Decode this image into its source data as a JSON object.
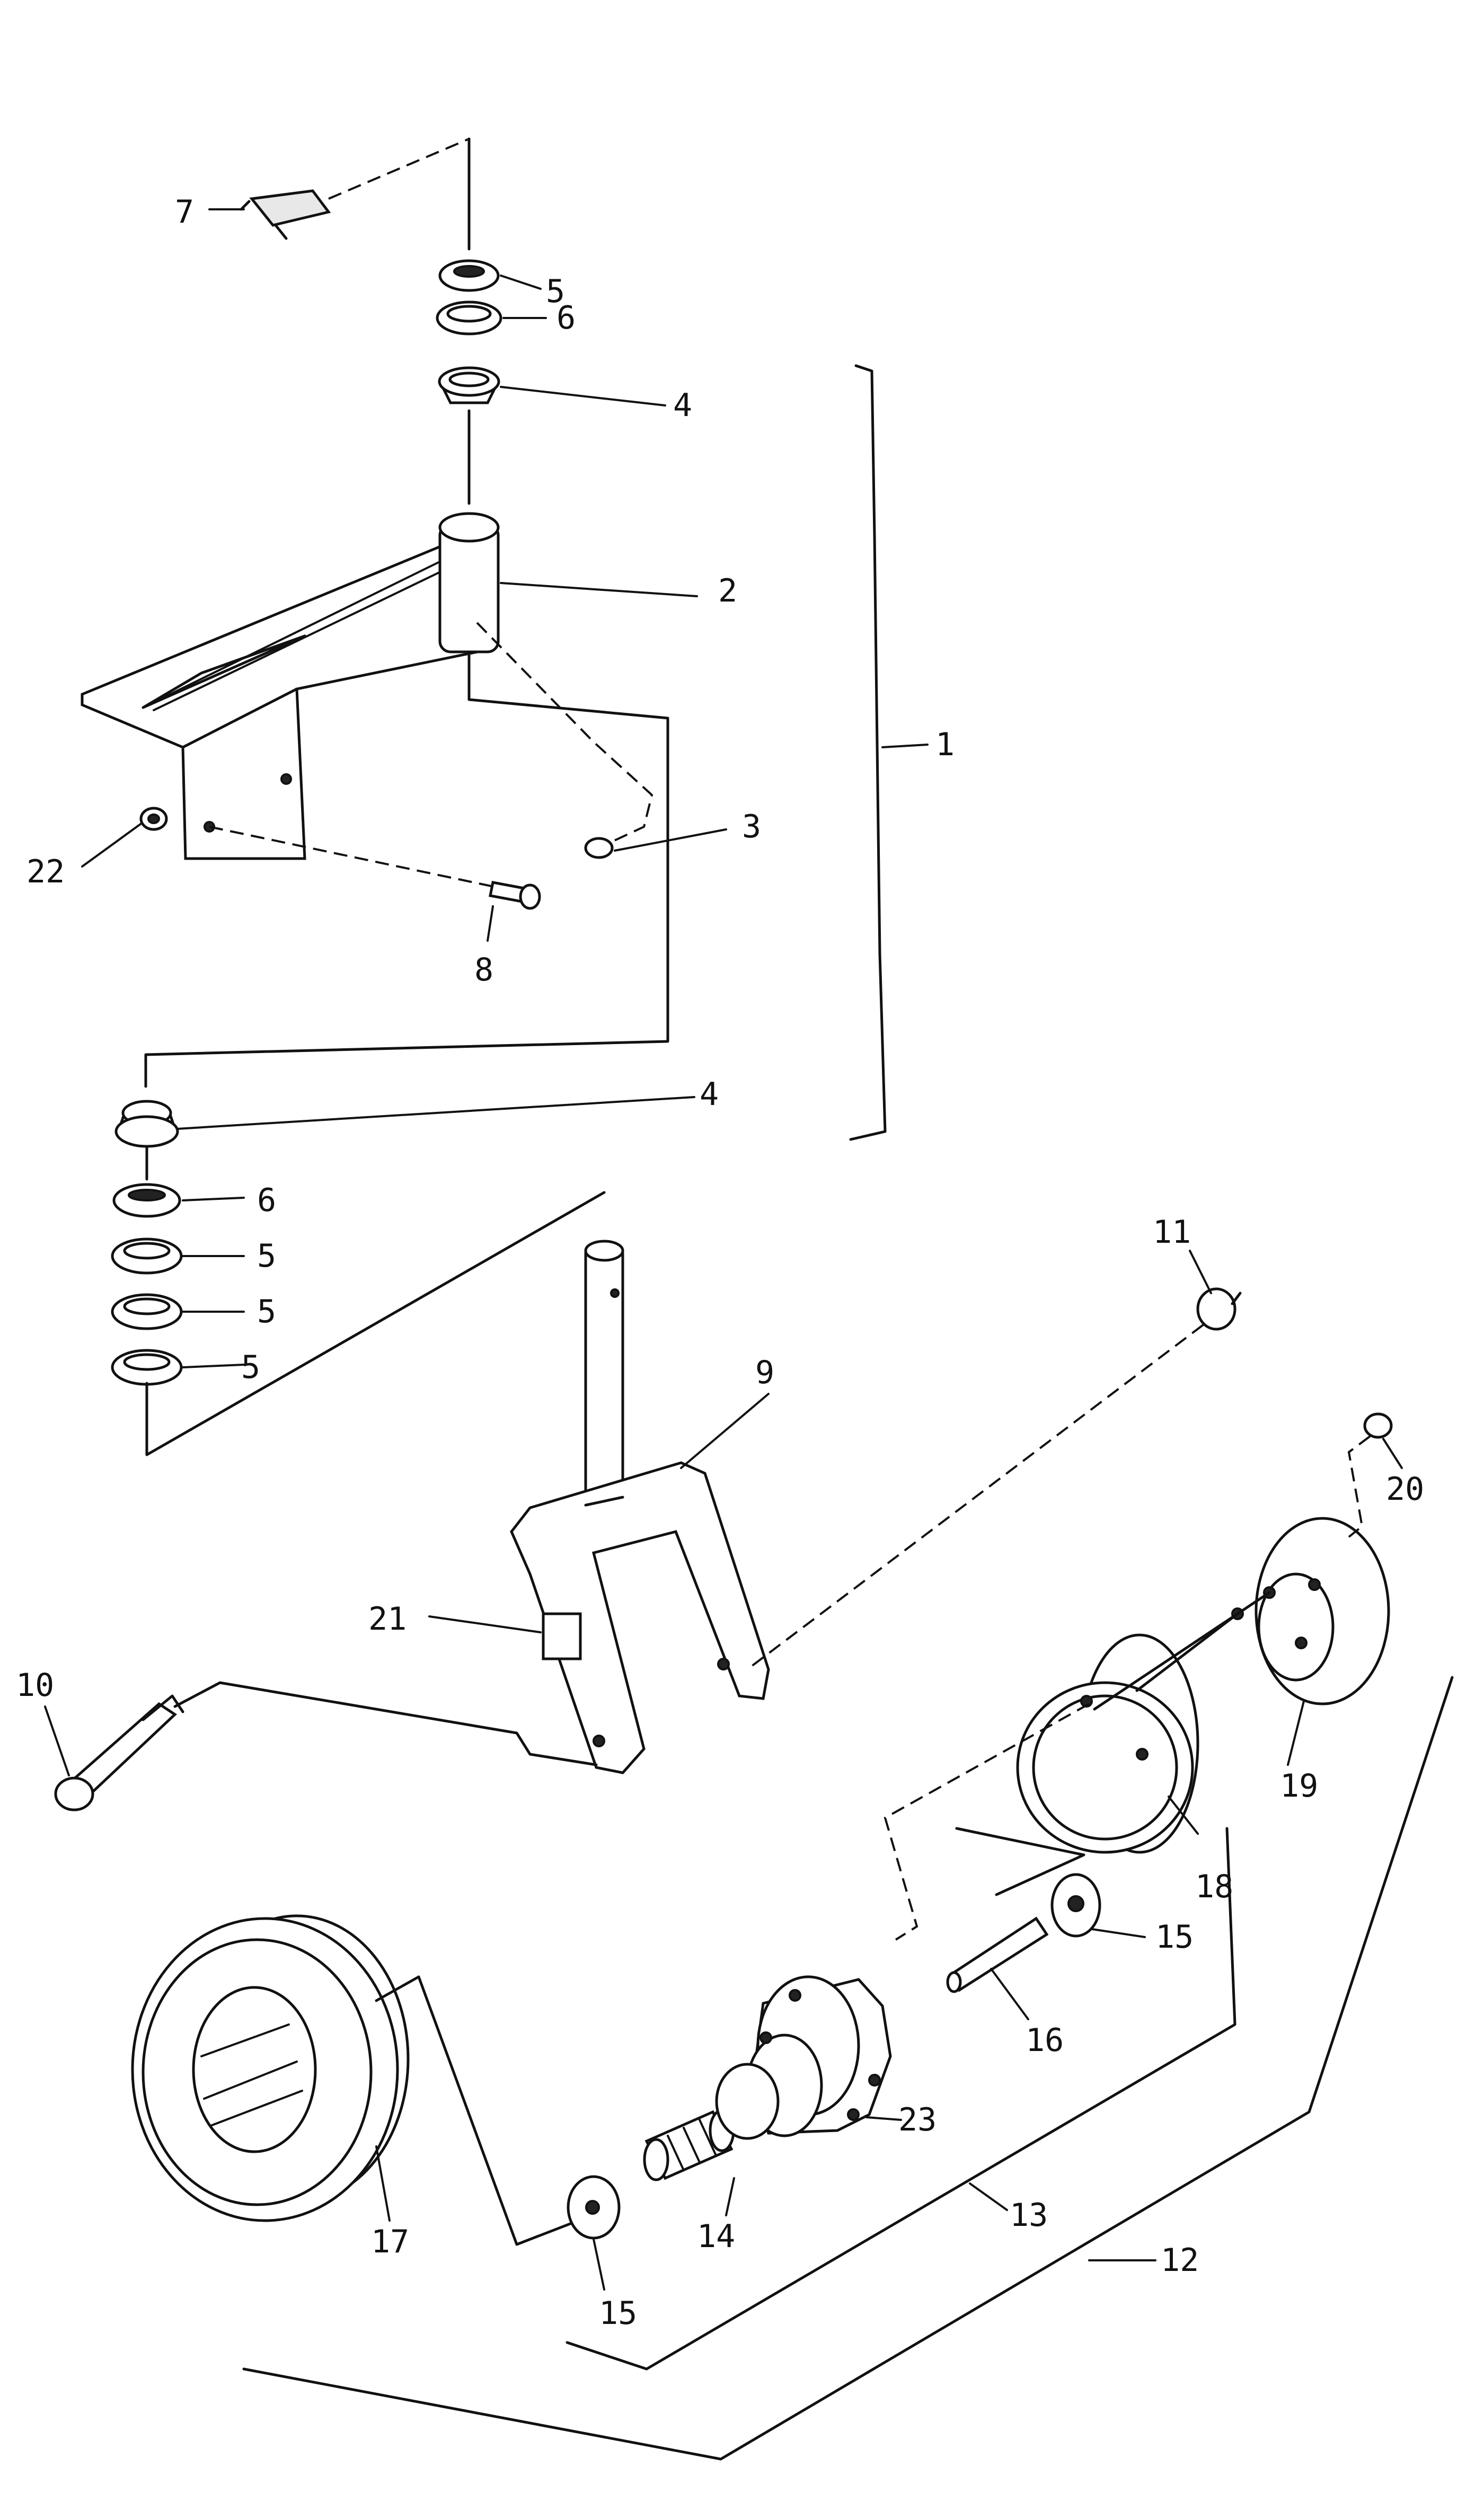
{
  "labels": {
    "p1": "1",
    "p2": "2",
    "p3": "3",
    "p4a": "4",
    "p4b": "4",
    "p5a": "5",
    "p5b": "5",
    "p5c": "5",
    "p5d": "5",
    "p6a": "6",
    "p6b": "6",
    "p7": "7",
    "p8": "8",
    "p9": "9",
    "p10": "10",
    "p11": "11",
    "p12": "12",
    "p13": "13",
    "p14": "14",
    "p15a": "15",
    "p15b": "15",
    "p16": "16",
    "p17": "17",
    "p18": "18",
    "p19": "19",
    "p20": "20",
    "p21": "21",
    "p22": "22",
    "p23": "23"
  }
}
